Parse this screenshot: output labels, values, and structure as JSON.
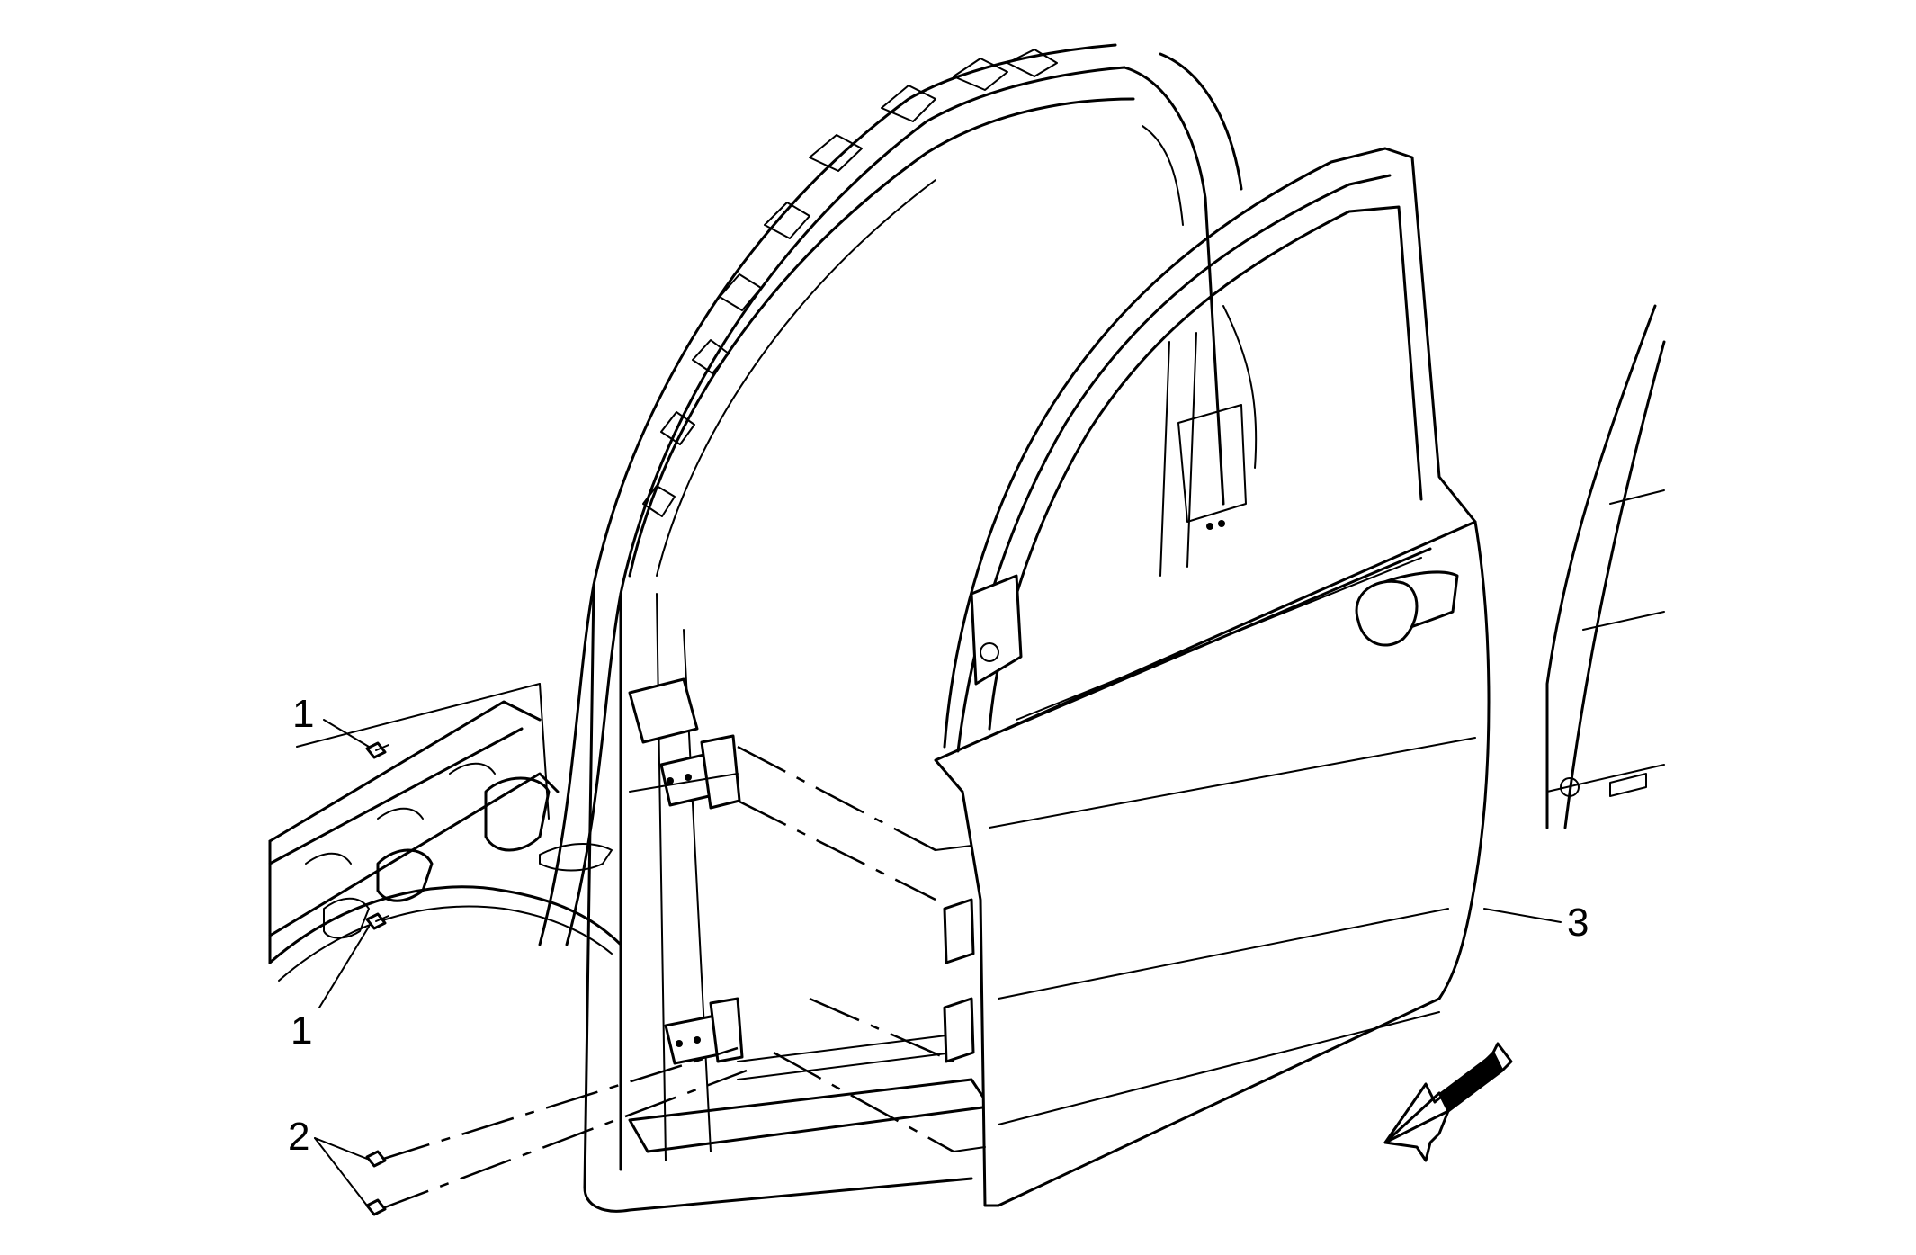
{
  "diagram": {
    "callouts": {
      "c1a": "1",
      "c1b": "1",
      "c2": "2",
      "c3": "3"
    },
    "direction_arrow": "arrow-icon"
  }
}
